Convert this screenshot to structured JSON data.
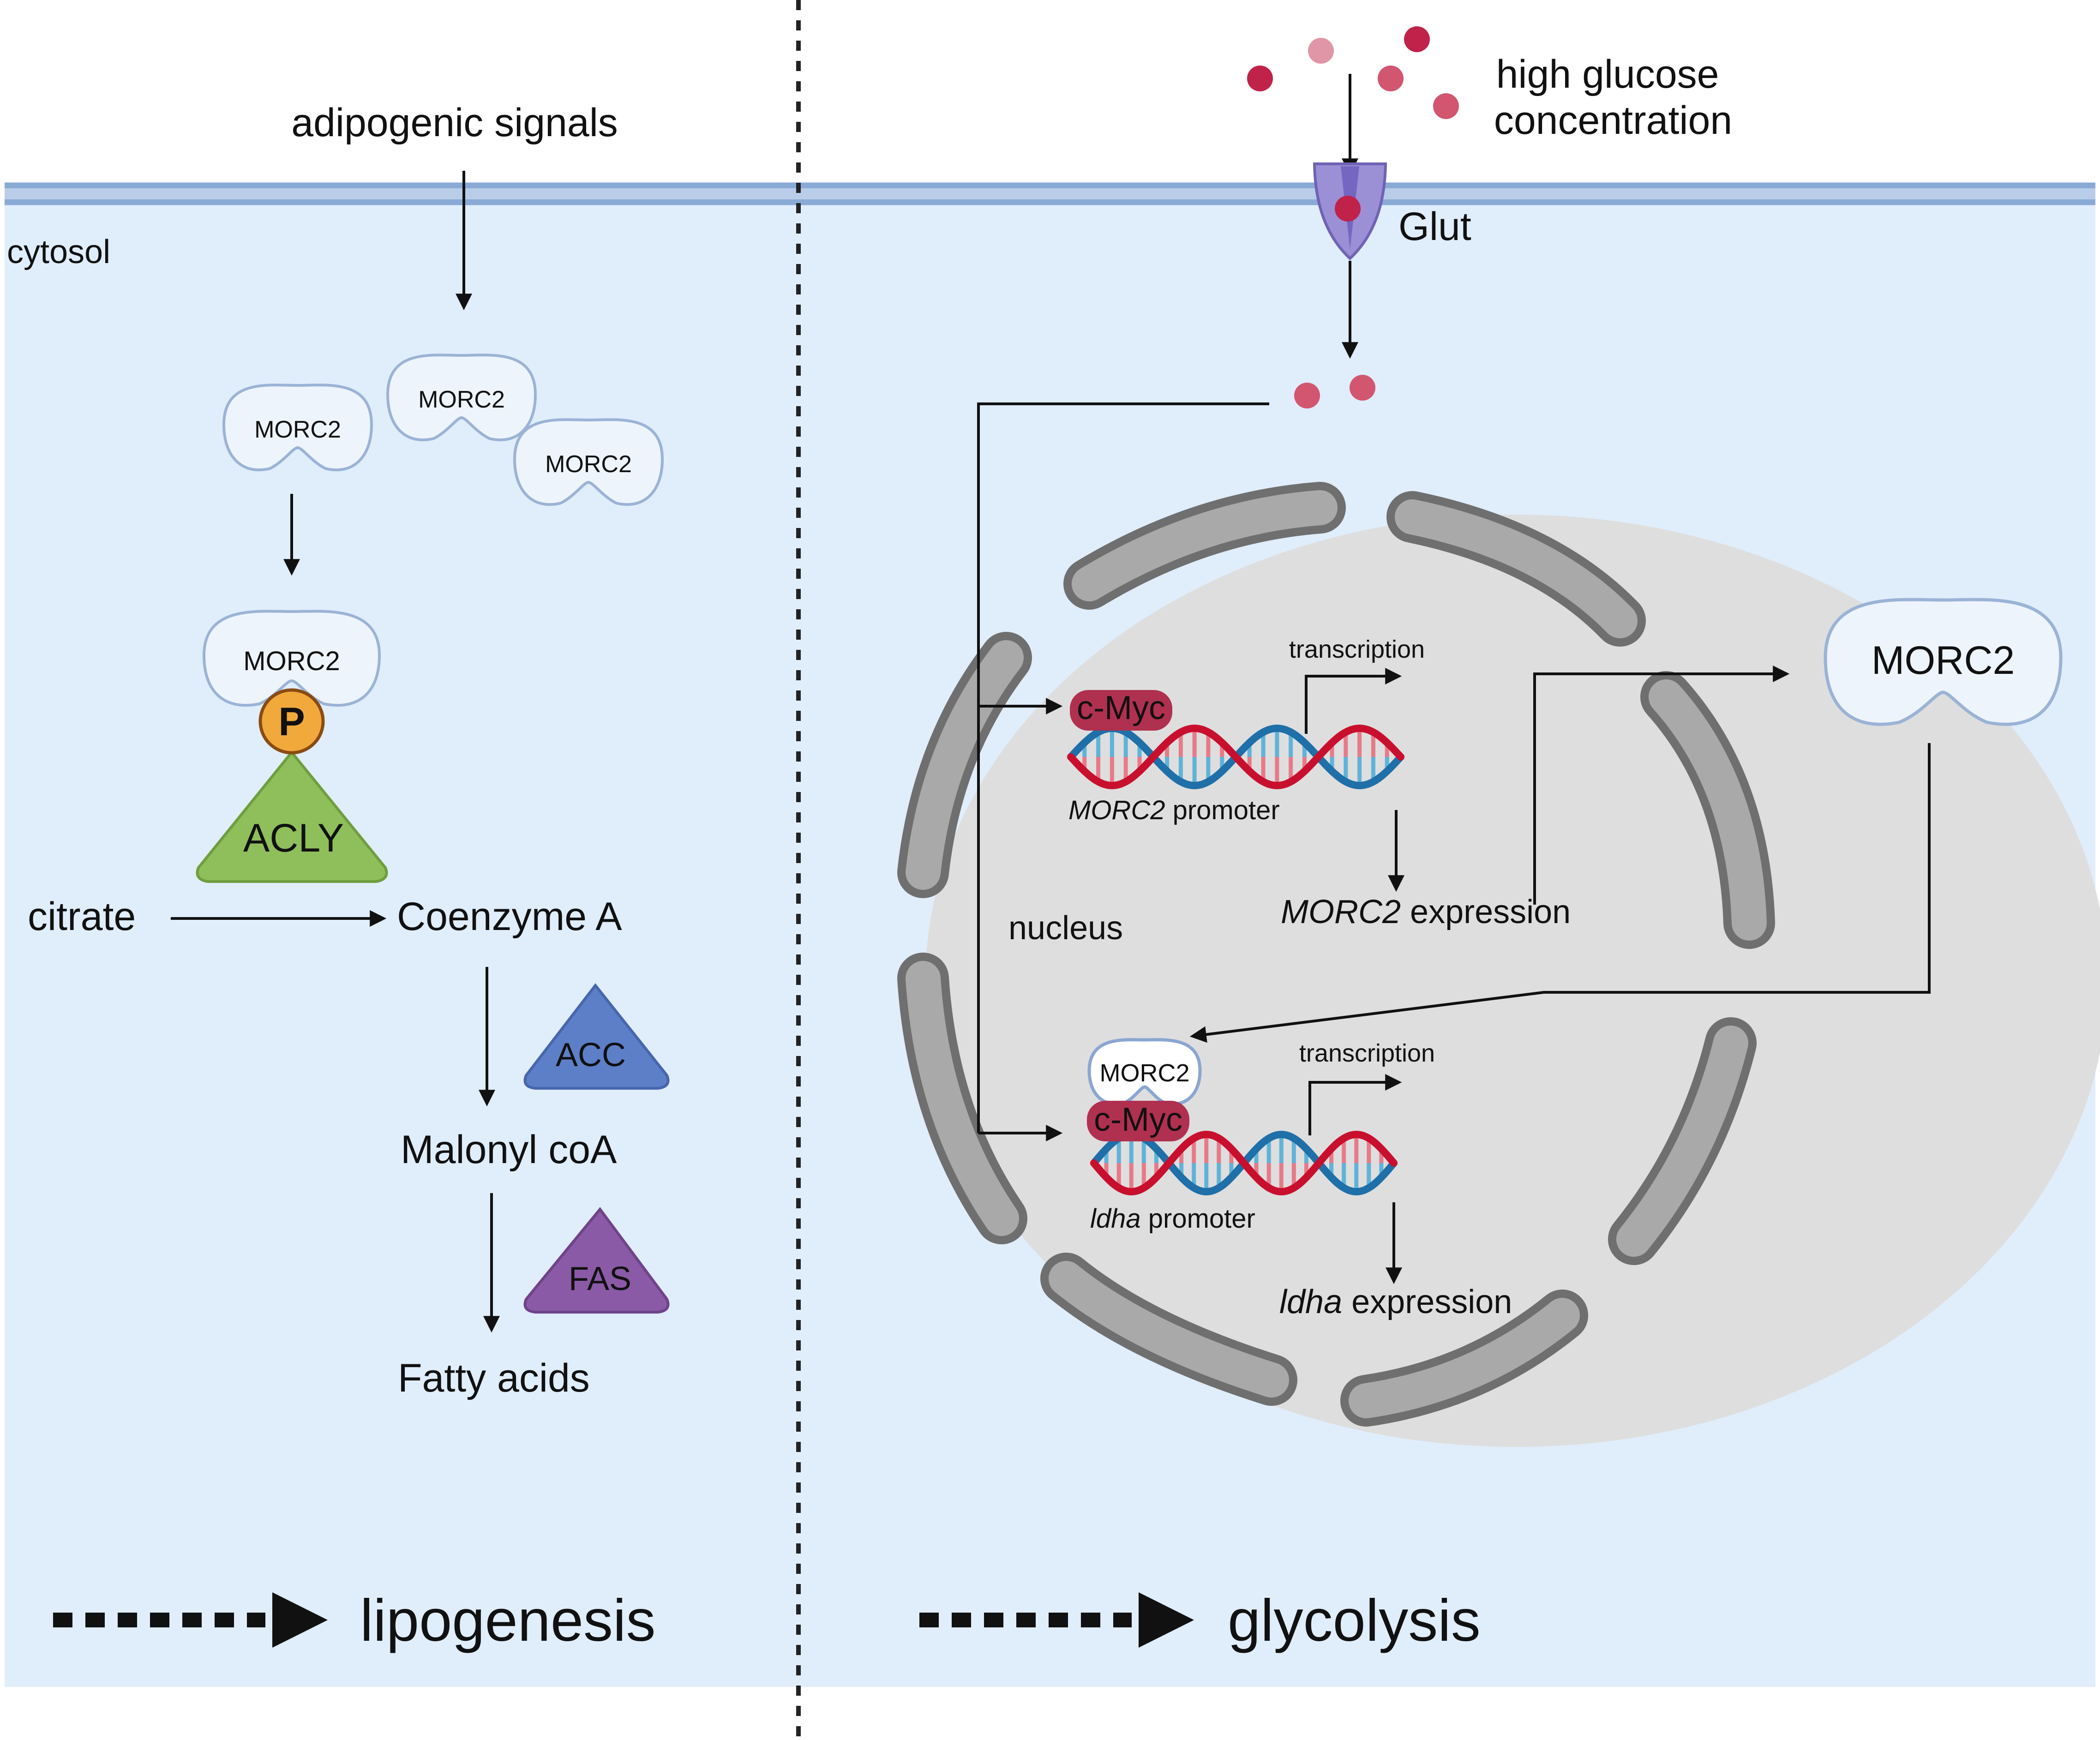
{
  "colors": {
    "cytosol": "#e0edfb",
    "membrane": "#8aaad6",
    "nucleus": "#dedede",
    "envelope": "#8f8f8f",
    "glucose": "#c0224a",
    "cmyc": "#b03050",
    "dna_red": "#c8102e",
    "dna_blue": "#1f6fa8",
    "acly": "#8fbf5a",
    "acc": "#5d7fc7",
    "fas": "#8a5aa6",
    "phospho": "#f2a93b",
    "morc2_fill": "#eef4fb",
    "morc2_stroke": "#9ab3d6",
    "glut": "#9b8fd6"
  },
  "left_panel": {
    "compartment_label": "cytosol",
    "signal_label": "adipogenic signals",
    "morc2_labels": [
      "MORC2",
      "MORC2",
      "MORC2",
      "MORC2"
    ],
    "phospho_label": "P",
    "acly_label": "ACLY",
    "acc_label": "ACC",
    "fas_label": "FAS",
    "citrate": "citrate",
    "coenzyme_a": "Coenzyme A",
    "malonyl": "Malonyl coA",
    "fatty_acids": "Fatty acids",
    "outcome": "lipogenesis"
  },
  "right_panel": {
    "glucose_label": [
      "high glucose",
      "concentration"
    ],
    "transporter_label": "Glut",
    "nucleus_label": "nucleus",
    "cmyc_label": "c-Myc",
    "transcription_label": "transcription",
    "morc2_promoter": {
      "gene": "MORC2",
      "suffix": " promoter"
    },
    "morc2_expression": {
      "gene": "MORC2",
      "suffix": " expression"
    },
    "ldha_promoter": {
      "gene": "ldha",
      "suffix": " promoter"
    },
    "ldha_expression": {
      "gene": "ldha",
      "suffix": " expression"
    },
    "morc2_cyto_label": "MORC2",
    "morc2_bound_label": "MORC2",
    "outcome": "glycolysis"
  }
}
